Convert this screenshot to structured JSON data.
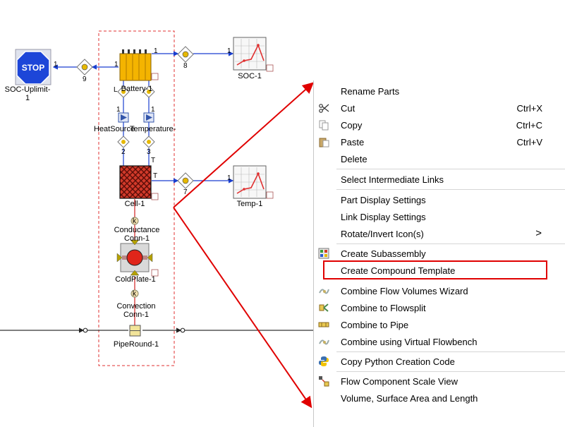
{
  "accent_red": "#e00000",
  "diagram": {
    "parts": {
      "stop_icon_text": "STOP",
      "soc_uplimit_label": "SOC-Uplimit-\n1",
      "battery_label": "Battery-1",
      "heatsource_label": "HeatSource",
      "temperature_label": "Temperature-",
      "cell_label": "Cell-1",
      "conductance_label": "Conductance\nConn-1",
      "coldplate_label": "ColdPlate-1",
      "convection_label": "Convection\nConn-1",
      "piperound_label": "PipeRound-1",
      "soc1_label": "SOC-1",
      "temp1_label": "Temp-1"
    },
    "link_numbers": {
      "n9": "9",
      "n8": "8",
      "n7": "7",
      "n2": "2",
      "n3": "3",
      "p1a": "1",
      "p1b": "1",
      "p1c": "1",
      "p1d": "1",
      "p1e": "1",
      "p1f": "1",
      "p1g": "1",
      "t1": "T",
      "t2": "T",
      "k1": "k",
      "k2": "k",
      "l1": "L"
    }
  },
  "context_menu": {
    "items": [
      {
        "label": "Rename Parts",
        "shortcut": "",
        "icon": "none"
      },
      {
        "label": "Cut",
        "shortcut": "Ctrl+X",
        "icon": "scissors-icon"
      },
      {
        "label": "Copy",
        "shortcut": "Ctrl+C",
        "icon": "copy-icon"
      },
      {
        "label": "Paste",
        "shortcut": "Ctrl+V",
        "icon": "paste-icon"
      },
      {
        "label": "Delete",
        "shortcut": "",
        "icon": "none"
      },
      {
        "label": "Select Intermediate Links",
        "shortcut": "",
        "icon": "none"
      },
      {
        "label": "Part Display Settings",
        "shortcut": "",
        "icon": "none"
      },
      {
        "label": "Link Display Settings",
        "shortcut": "",
        "icon": "none"
      },
      {
        "label": "Rotate/Invert Icon(s)",
        "shortcut": "",
        "icon": "none",
        "submenu_arrow": ">"
      },
      {
        "label": "Create Subassembly",
        "shortcut": "",
        "icon": "subassembly-icon"
      },
      {
        "label": "Create Compound Template",
        "shortcut": "",
        "icon": "none",
        "highlighted": true
      },
      {
        "label": "Combine Flow Volumes Wizard",
        "shortcut": "",
        "icon": "flow-wizard-icon"
      },
      {
        "label": "Combine to Flowsplit",
        "shortcut": "",
        "icon": "flowsplit-icon"
      },
      {
        "label": "Combine to Pipe",
        "shortcut": "",
        "icon": "pipe-icon"
      },
      {
        "label": "Combine using Virtual Flowbench",
        "shortcut": "",
        "icon": "flowbench-icon"
      },
      {
        "label": "Copy Python Creation Code",
        "shortcut": "",
        "icon": "python-icon"
      },
      {
        "label": "Flow Component Scale View",
        "shortcut": "",
        "icon": "scale-view-icon"
      },
      {
        "label": "Volume, Surface Area and Length",
        "shortcut": "",
        "icon": "none"
      }
    ]
  }
}
